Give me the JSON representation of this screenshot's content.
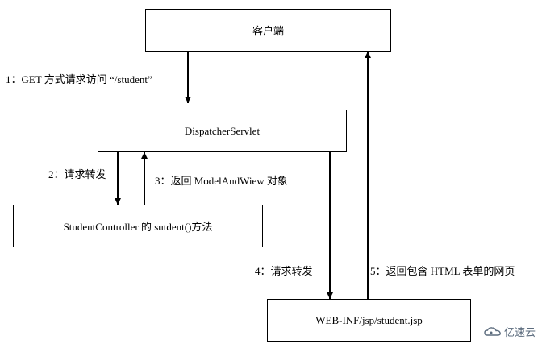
{
  "diagram": {
    "nodes": {
      "client": "客户端",
      "dispatcher": "DispatcherServlet",
      "controller": "StudentController 的 sutdent()方法",
      "jsp": "WEB-INF/jsp/student.jsp"
    },
    "edges": {
      "step1": "1：GET 方式请求访问 “/student”",
      "step2": "2：请求转发",
      "step3": "3：返回 ModelAndWiew 对象",
      "step4": "4：请求转发",
      "step5": "5：返回包含 HTML 表单的网页"
    }
  },
  "watermark": {
    "text": "亿速云",
    "icon": "cloud-logo-icon"
  },
  "colors": {
    "line": "#000000",
    "background": "#ffffff",
    "watermark": "#5b6b7d"
  }
}
